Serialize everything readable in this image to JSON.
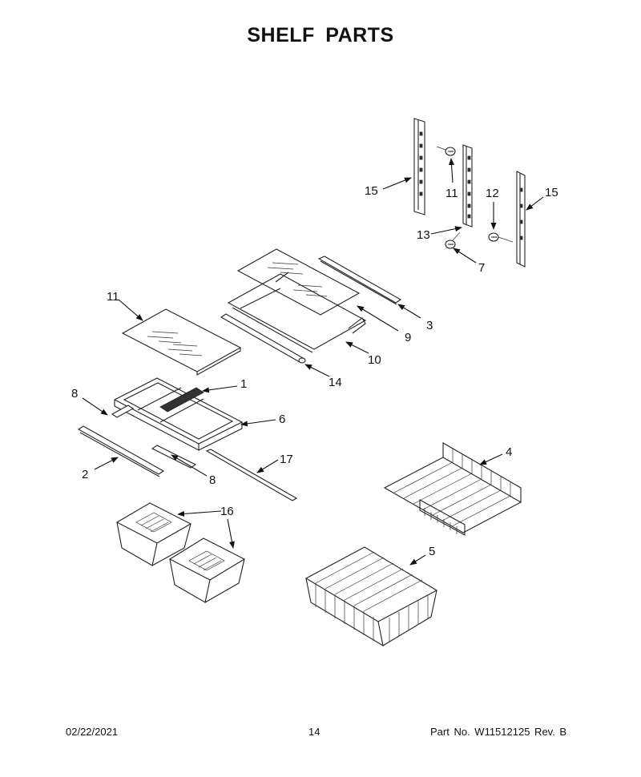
{
  "title": "SHELF PARTS",
  "footer": {
    "date": "02/22/2021",
    "page": "14",
    "part_number": "Part No.  W11512125  Rev.  B"
  },
  "callouts": [
    "1",
    "2",
    "3",
    "4",
    "5",
    "6",
    "7",
    "8",
    "8",
    "9",
    "10",
    "11",
    "11",
    "12",
    "13",
    "14",
    "15",
    "15",
    "16",
    "17"
  ]
}
